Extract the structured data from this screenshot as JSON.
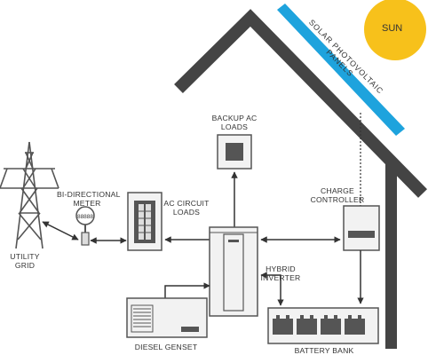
{
  "sun": {
    "label": "SUN",
    "color": "#F7C11B"
  },
  "panels": {
    "line1": "SOLAR PHOTOVOLTAIC",
    "line2": "PANELS",
    "color": "#1EA3DD"
  },
  "components": {
    "utility_grid": {
      "line1": "UTILITY",
      "line2": "GRID"
    },
    "meter": {
      "line1": "BI-DIRECTIONAL",
      "line2": "METER",
      "display": "88888"
    },
    "ac_circuit_loads": {
      "line1": "AC CIRCUIT",
      "line2": "LOADS"
    },
    "backup_ac_loads": {
      "line1": "BACKUP AC",
      "line2": "LOADS"
    },
    "charge_controller": {
      "line1": "CHARGE",
      "line2": "CONTROLLER"
    },
    "hybrid_inverter": {
      "line1": "HYBRID",
      "line2": "INVERTER"
    },
    "diesel_genset": {
      "label": "DIESEL GENSET"
    },
    "battery_bank": {
      "label": "BATTERY BANK"
    }
  },
  "colors": {
    "house": "#444444",
    "equipment_fill": "#f2f2f2",
    "equipment_dark": "#555555"
  }
}
